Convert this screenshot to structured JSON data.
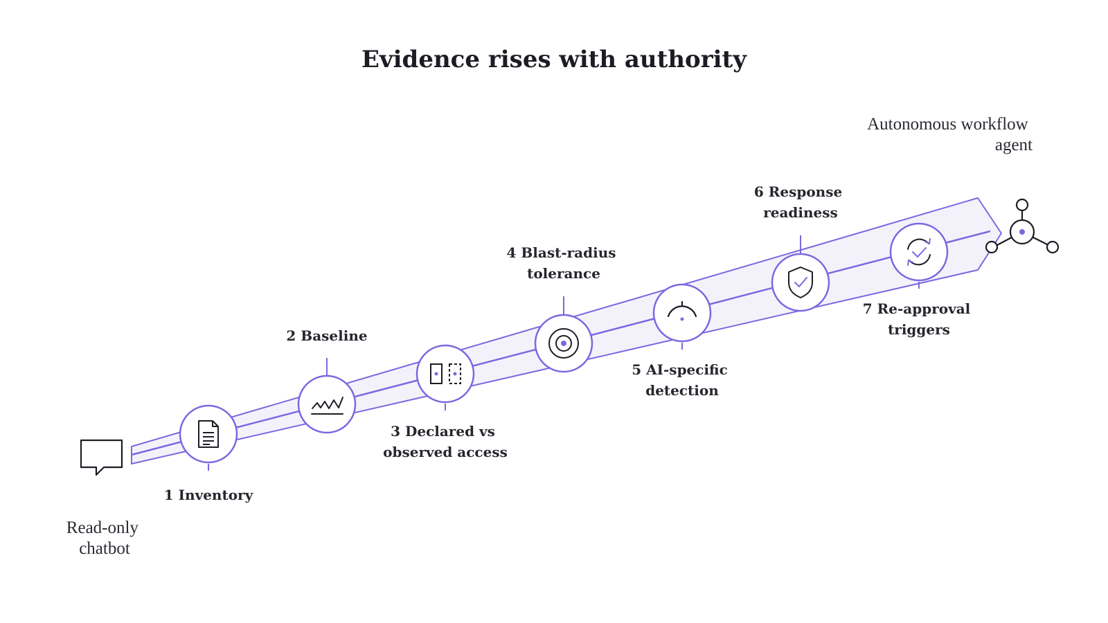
{
  "title": "Evidence rises with authority",
  "start_label": [
    "Read-only",
    "chatbot"
  ],
  "end_label": [
    "Autonomous workflow",
    "agent"
  ],
  "steps": [
    {
      "label": [
        "1 Inventory"
      ],
      "icon": "document-icon"
    },
    {
      "label": [
        "2 Baseline"
      ],
      "icon": "trend-line-icon"
    },
    {
      "label": [
        "3 Declared vs",
        "observed access"
      ],
      "icon": "compare-panels-icon"
    },
    {
      "label": [
        "4 Blast-radius",
        "tolerance"
      ],
      "icon": "target-icon"
    },
    {
      "label": [
        "5 AI-specific",
        "detection"
      ],
      "icon": "radar-arc-icon"
    },
    {
      "label": [
        "6 Response",
        "readiness"
      ],
      "icon": "shield-check-icon"
    },
    {
      "label": [
        "7 Re-approval",
        "triggers"
      ],
      "icon": "refresh-check-icon"
    }
  ],
  "colors": {
    "accent": "#7b68e0",
    "band_fill": "#f3f2fb",
    "text": "#1c1c24",
    "icon_stroke": "#1c1c24"
  }
}
